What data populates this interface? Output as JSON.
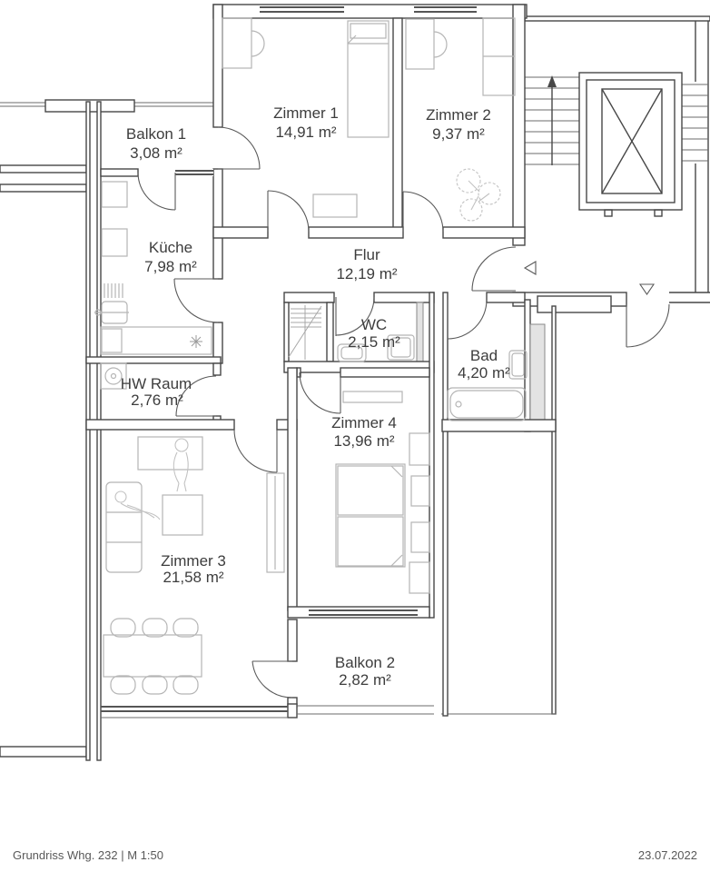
{
  "document": {
    "type": "floor-plan",
    "background_color": "#ffffff",
    "wall_color": "#474747",
    "furniture_color": "#b5b5b5",
    "label_color": "#3d3d3d",
    "footer_color": "#585858"
  },
  "rooms": [
    {
      "id": "balkon-1",
      "name": "Balkon 1",
      "area": "3,08 m²"
    },
    {
      "id": "zimmer-1",
      "name": "Zimmer 1",
      "area": "14,91 m²"
    },
    {
      "id": "zimmer-2",
      "name": "Zimmer 2",
      "area": "9,37 m²"
    },
    {
      "id": "kueche",
      "name": "Küche",
      "area": "7,98 m²"
    },
    {
      "id": "flur",
      "name": "Flur",
      "area": "12,19 m²"
    },
    {
      "id": "wc",
      "name": "WC",
      "area": "2,15 m²"
    },
    {
      "id": "bad",
      "name": "Bad",
      "area": "4,20 m²"
    },
    {
      "id": "hw-raum",
      "name": "HW Raum",
      "area": "2,76 m²"
    },
    {
      "id": "zimmer-4",
      "name": "Zimmer 4",
      "area": "13,96 m²"
    },
    {
      "id": "zimmer-3",
      "name": "Zimmer 3",
      "area": "21,58 m²"
    },
    {
      "id": "balkon-2",
      "name": "Balkon 2",
      "area": "2,82 m²"
    }
  ],
  "symbols": {
    "stair_direction_arrow": "up",
    "entrance_marker_left": "triangle-left",
    "entrance_marker_neighbor": "triangle-down"
  },
  "footer": {
    "title": "Grundriss Whg. 232 | M 1:50",
    "date": "23.07.2022"
  }
}
